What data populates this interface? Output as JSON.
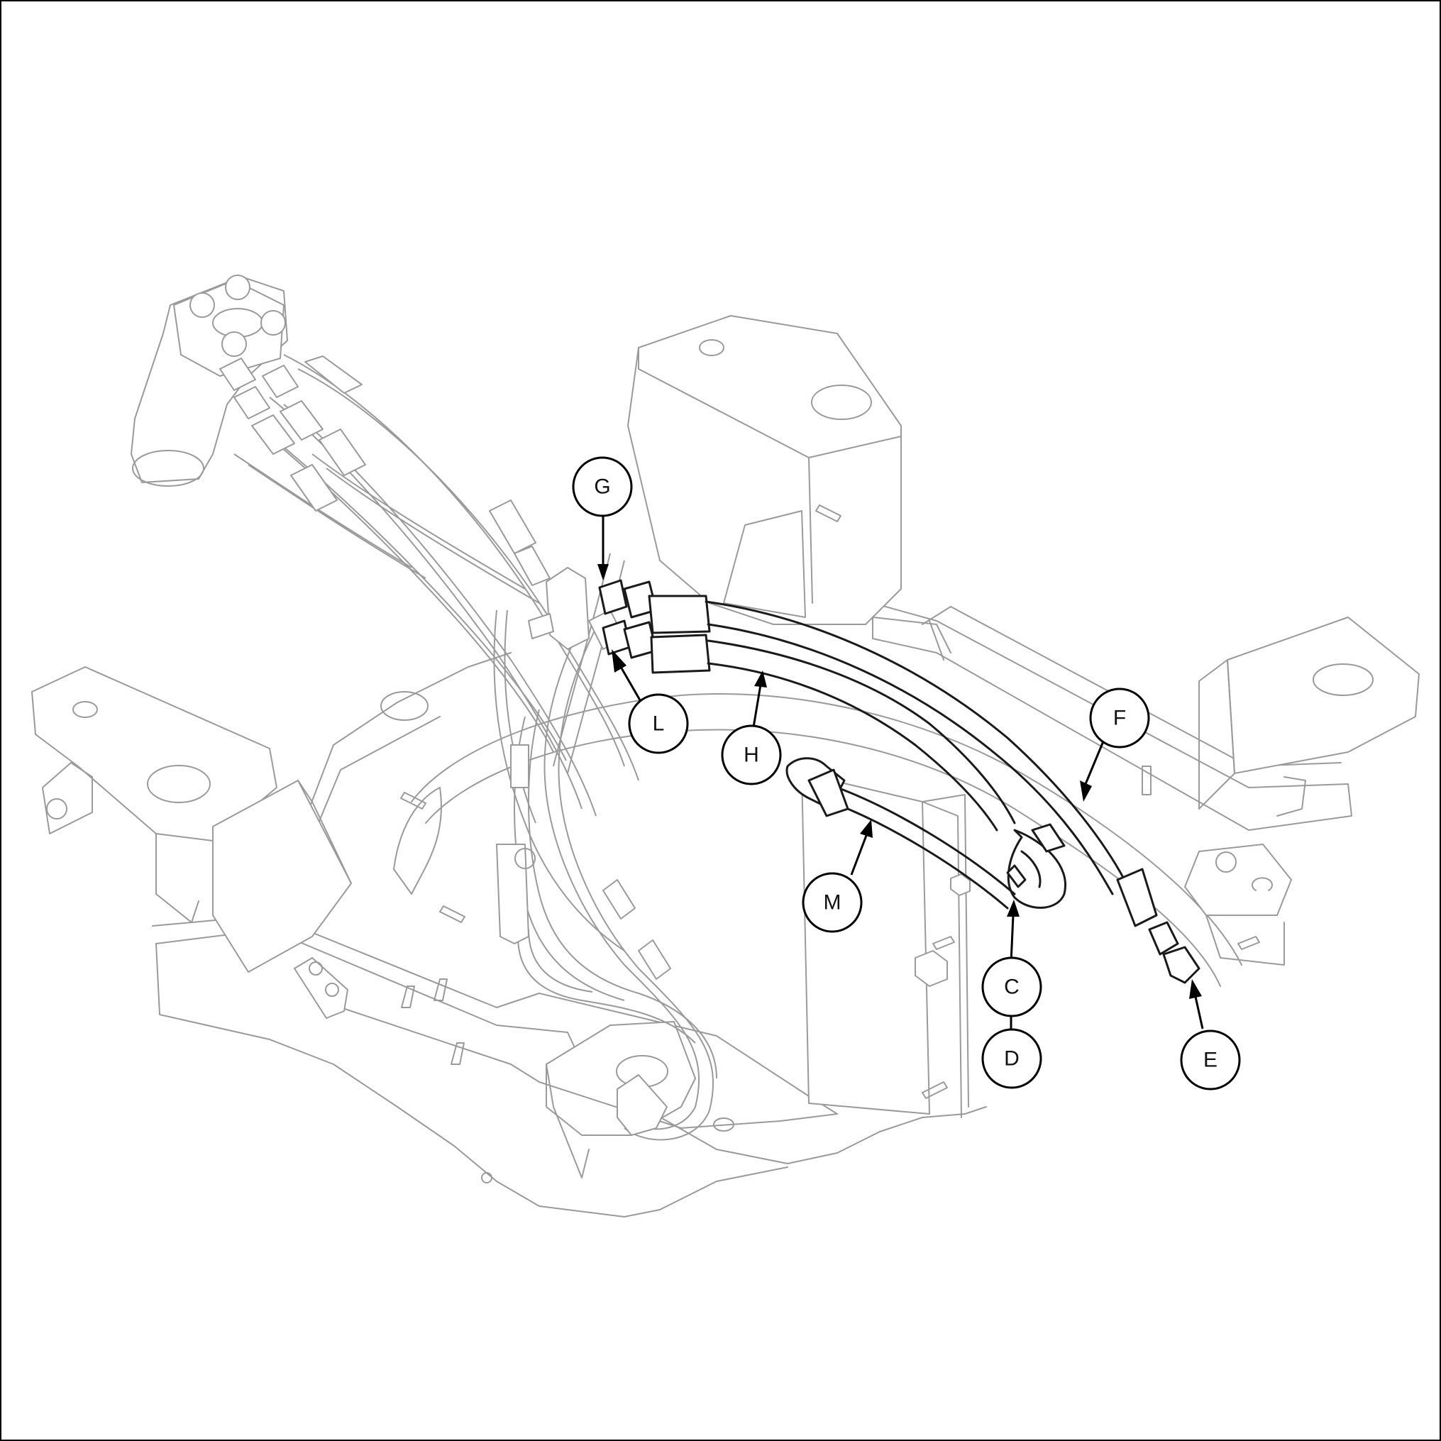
{
  "callouts": {
    "G": "G",
    "L": "L",
    "H": "H",
    "M": "M",
    "F": "F",
    "C": "C",
    "D": "D",
    "E": "E"
  }
}
